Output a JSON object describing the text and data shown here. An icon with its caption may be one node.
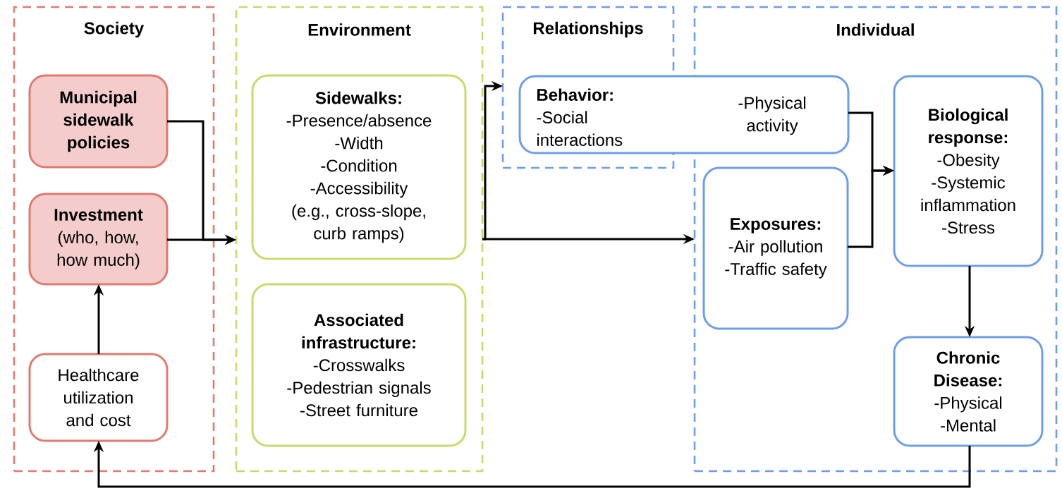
{
  "diagram": {
    "nodes": [
      {
        "text": [
          "Society"
        ]
      },
      {
        "text": [
          "Municipal sidewalk policies"
        ],
        "in": 0
      },
      {
        "text": [
          "Investment",
          "(who, how, how much)"
        ],
        "in": 0
      },
      {
        "text": [
          "Healthcare utilization and cost"
        ],
        "in": 0
      },
      {
        "text": [
          "Environment"
        ]
      },
      {
        "text": [
          "Sidewalks:",
          "-Presence/absence",
          "-Width",
          "-Condition",
          "-Accessibility",
          "(e.g., cross-slope, curb ramps)"
        ],
        "in": 4
      },
      {
        "text": [
          "Associated infrastructure:",
          "-Crosswalks",
          "-Pedestrian signals",
          "-Street furniture"
        ],
        "in": 4
      },
      {
        "text": [
          "Relationships"
        ]
      },
      {
        "text": [
          "Individual"
        ]
      },
      {
        "text": [
          "Behavior:",
          "-Social interactions",
          "-Physical activity"
        ]
      },
      {
        "text": [
          "Exposures:",
          "-Air pollution",
          "-Traffic safety"
        ],
        "in": 8
      },
      {
        "text": [
          "Biological response:",
          "-Obesity",
          "-Systemic inflammation",
          "-Stress"
        ],
        "in": 8
      },
      {
        "text": [
          "Chronic Disease:",
          "-Physical",
          "-Mental"
        ],
        "in": 8
      }
    ],
    "edges": [
      {
        "from": 1,
        "to": 4,
        "arrow": "to"
      },
      {
        "from": 2,
        "to": 4,
        "arrow": "to"
      },
      {
        "from": 4,
        "to": 7,
        "arrow": "to"
      },
      {
        "from": 4,
        "to": 8,
        "arrow": "to"
      },
      {
        "from": 9,
        "to": 11,
        "arrow": "to"
      },
      {
        "from": 10,
        "to": 11,
        "arrow": "to"
      },
      {
        "from": 11,
        "to": 12,
        "arrow": "to"
      },
      {
        "from": 12,
        "to": 3,
        "arrow": "to"
      },
      {
        "from": 3,
        "to": 2,
        "arrow": "to"
      }
    ]
  }
}
